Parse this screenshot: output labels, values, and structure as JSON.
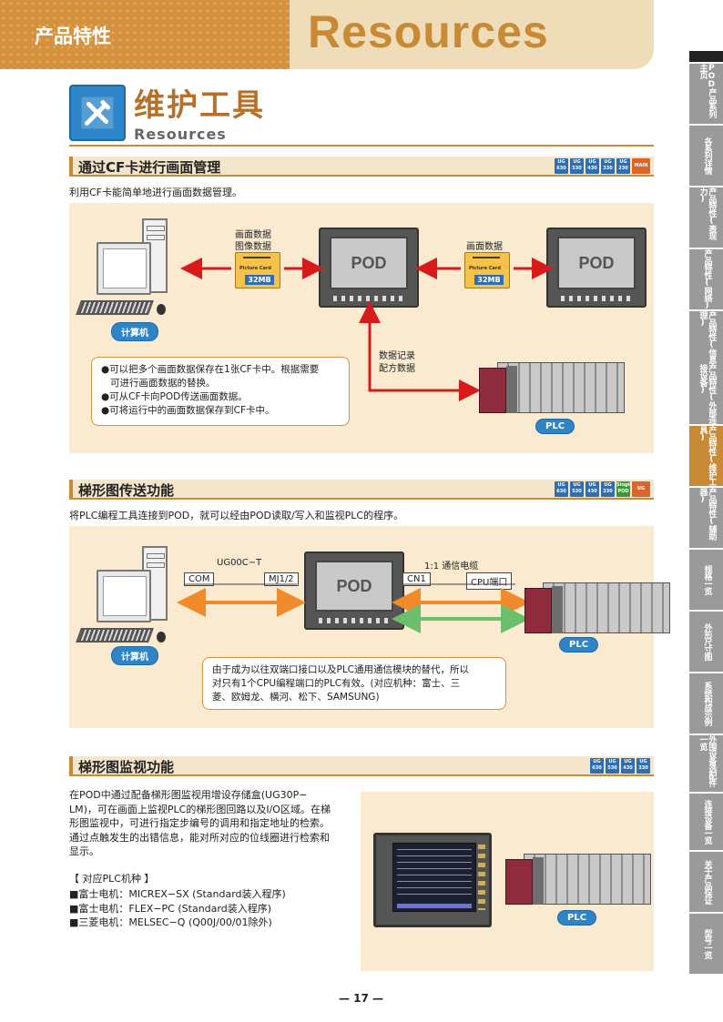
{
  "header": {
    "category": "产品特性",
    "title": "Resources"
  },
  "side_tabs": [
    {
      "label": "POD产品系列主页",
      "active": false
    },
    {
      "label": "各系列详情",
      "active": false
    },
    {
      "label": "产品特性(表现力)",
      "active": false
    },
    {
      "label": "产品特性(网络)",
      "active": false
    },
    {
      "label": "产品特性(信息管理)",
      "active": false
    },
    {
      "label": "产品特性(外部连接设备)",
      "active": false
    },
    {
      "label": "产品特性(维护工具)",
      "active": true
    },
    {
      "label": "产品特性(辅助器)",
      "active": false
    },
    {
      "label": "规格一览",
      "active": false
    },
    {
      "label": "外形尺寸图",
      "active": false
    },
    {
      "label": "系统构成示例",
      "active": false
    },
    {
      "label": "外围设备选配件一览",
      "active": false
    },
    {
      "label": "连接设备一览",
      "active": false
    },
    {
      "label": "关于产品保证",
      "active": false
    },
    {
      "label": "型号一览",
      "active": false
    }
  ],
  "page_title": {
    "cn": "维护工具",
    "en": "Resources"
  },
  "section1": {
    "title": "通过CF卡进行画面管理",
    "badges": [
      "UG 630",
      "UG 530",
      "UG 430",
      "UG 330",
      "UG 230",
      "MAIN"
    ],
    "desc": "利用CF卡能简单地进行画面数据管理。",
    "pc_label": "计算机",
    "data1": "画面数据",
    "data2": "图像数据",
    "data3": "画面数据",
    "cf_brand": "Picture Card",
    "cf_size": "32MB",
    "pod_label": "POD",
    "log_label1": "数据记录",
    "log_label2": "配方数据",
    "plc_label": "PLC",
    "bullets": [
      "●可以把多个画面数据保存在1张CF卡中。根据需要",
      "可进行画面数据的替换。",
      "●可从CF卡向POD传送画面数据。",
      "●可将运行中的画面数据保存到CF卡中。"
    ]
  },
  "section2": {
    "title": "梯形图传送功能",
    "badges": [
      "UG 630",
      "UG 530",
      "UG 430",
      "UG 330",
      "Single POD",
      "UG 221"
    ],
    "desc": "将PLC编程工具连接到POD，就可以经由POD读取/写入和监视PLC的程序。",
    "cable1": "UG00C−T",
    "port_com": "COM",
    "port_mj": "MJ1/2",
    "cable2": "1:1 通信电缆",
    "port_cn1": "CN1",
    "port_cpu": "CPU端口",
    "pc_label": "计算机",
    "pod_label": "POD",
    "plc_label": "PLC",
    "note": [
      "由于成为以往双端口接口以及PLC通用通信模块的替代，所以",
      "对只有1个CPU编程端口的PLC有效。(对应机种：富士、三",
      "菱、欧姆龙、横河、松下、SAMSUNG)"
    ]
  },
  "section3": {
    "title": "梯形图监视功能",
    "badges": [
      "UG 630",
      "UG 530",
      "UG 430",
      "UG 330"
    ],
    "para": [
      "在POD中通过配备梯形图监视用增设存储盒(UG30P−",
      "LM)，可在画面上监视PLC的梯形图回路以及I/O区域。在梯",
      "形图监视中，可进行指定步编号的调用和指定地址的检索。",
      "通过点触发生的出错信息，能对所对应的位线圈进行检索和",
      "显示。"
    ],
    "plc_title": "【 对应PLC机种 】",
    "plc_list": [
      "■富士电机：MICREX−SX (Standard装入程序)",
      "■富士电机：FLEX−PC (Standard装入程序)",
      "■三菱电机：MELSEC−Q (Q00J/00/01除外)"
    ],
    "plc_label": "PLC"
  },
  "page_number": "— 17 —"
}
